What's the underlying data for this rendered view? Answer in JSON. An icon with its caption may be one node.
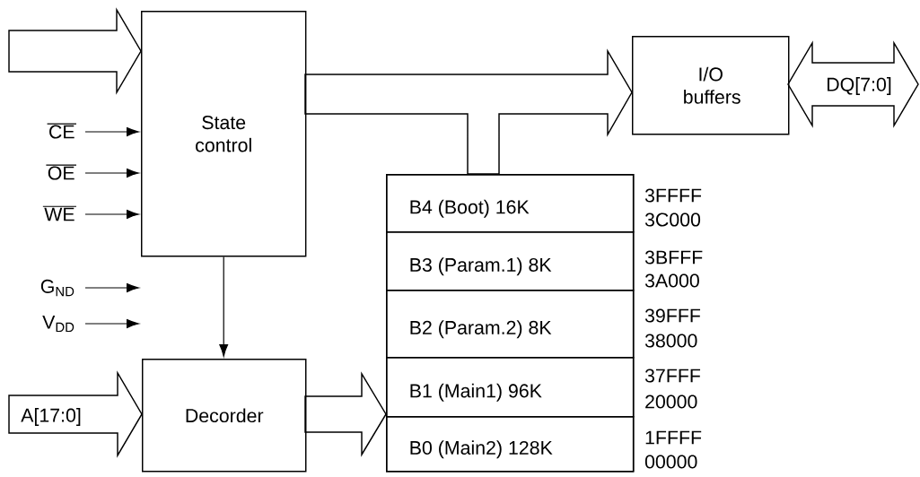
{
  "diagram": {
    "nodes": [
      {
        "text": [
          "State control"
        ]
      },
      {
        "text": [
          "Decorder"
        ]
      },
      {
        "text": [
          "I/O buffers"
        ]
      },
      {
        "text": [],
        "shape": "box"
      },
      {
        "text": [
          "B4 (Boot) 16K"
        ],
        "in": 3,
        "beside": [
          "3FFFF",
          "3C000"
        ]
      },
      {
        "text": [
          "B3 (Param.1) 8K"
        ],
        "in": 3,
        "beside": [
          "3BFFF",
          "3A000"
        ]
      },
      {
        "text": [
          "B2 (Param.2) 8K"
        ],
        "in": 3,
        "beside": [
          "39FFF",
          "38000"
        ]
      },
      {
        "text": [
          "B1 (Main1) 96K"
        ],
        "in": 3,
        "beside": [
          "37FFF",
          "20000"
        ]
      },
      {
        "text": [
          "B0 (Main2) 128K"
        ],
        "in": 3,
        "beside": [
          "1FFFF",
          "00000"
        ]
      },
      {
        "text": [
          "CE"
        ]
      },
      {
        "text": [
          "OE"
        ]
      },
      {
        "text": [
          "WE"
        ]
      },
      {
        "text": [
          "G$_{ND}$"
        ]
      },
      {
        "text": [
          "V$_{DD}$"
        ]
      }
    ],
    "edges": [
      {
        "from": null,
        "to": 0,
        "arrow": "to",
        "style": "thick"
      },
      {
        "from": 9,
        "to": 0,
        "arrow": "to"
      },
      {
        "from": 10,
        "to": 0,
        "arrow": "to"
      },
      {
        "from": 11,
        "to": 0,
        "arrow": "to"
      },
      {
        "from": 12,
        "to": null,
        "arrow": "to"
      },
      {
        "from": 13,
        "to": null,
        "arrow": "to"
      },
      {
        "from": 0,
        "to": 1,
        "arrow": "to"
      },
      {
        "from": null,
        "to": 1,
        "arrow": "to",
        "style": "thick",
        "label": "A[17:0]"
      },
      {
        "from": 1,
        "to": 3,
        "arrow": "to",
        "style": "thick"
      },
      {
        "from": 0,
        "to": 2,
        "arrow": "to",
        "style": "thick"
      },
      {
        "from": 3,
        "to": 2,
        "arrow": "to",
        "style": "thick"
      },
      {
        "from": 2,
        "to": null,
        "arrow": "both",
        "style": "thick",
        "label": "DQ[7:0]"
      }
    ]
  }
}
